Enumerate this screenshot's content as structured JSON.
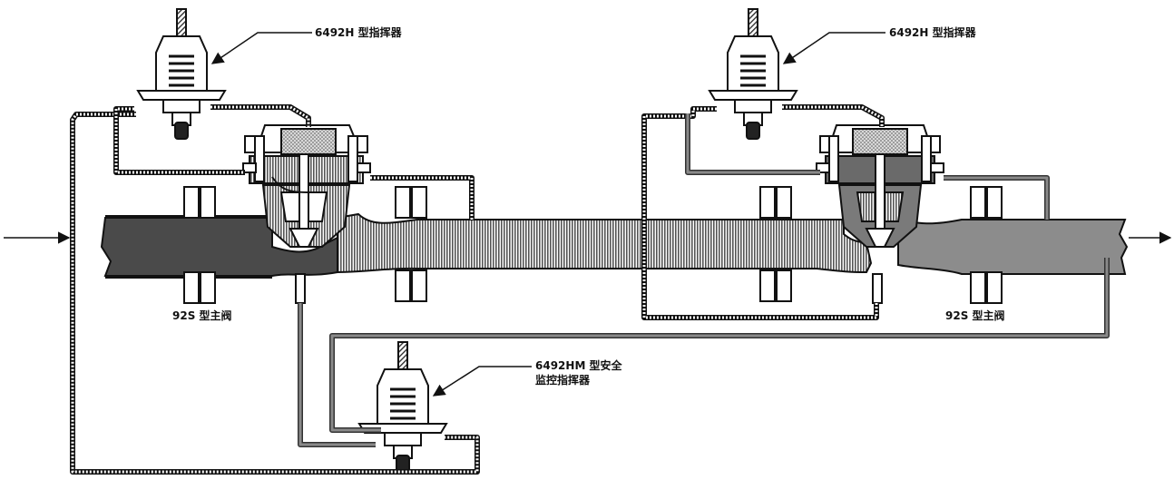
{
  "labels": {
    "pilot_left": "6492H 型指挥器",
    "pilot_right": "6492H 型指挥器",
    "main_valve_left": "92S 型主阀",
    "main_valve_right": "92S 型主阀",
    "monitor_pilot_line1": "6492HM 型安全",
    "monitor_pilot_line2": "监控指挥器"
  },
  "colors": {
    "inlet_pressure": "#4a4a4a",
    "intermediate_pressure": "#9a9a9a",
    "outlet_pressure": "#8c8c8c",
    "outline": "#111111"
  }
}
